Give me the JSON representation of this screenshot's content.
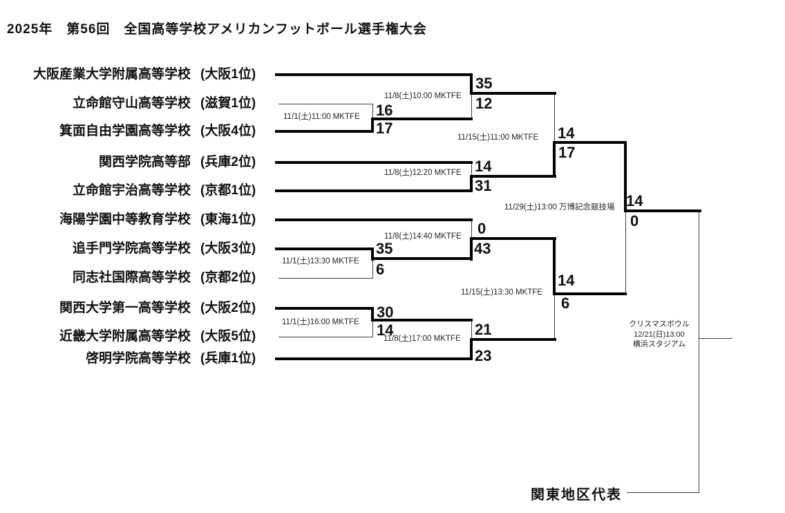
{
  "title": "2025年　第56回　全国高等学校アメリカンフットボール選手権大会",
  "teams": [
    {
      "name": "大阪産業大学附属高等学校",
      "seed": "(大阪1位)"
    },
    {
      "name": "立命館守山高等学校",
      "seed": "(滋賀1位)"
    },
    {
      "name": "箕面自由学園高等学校",
      "seed": "(大阪4位)"
    },
    {
      "name": "関西学院高等部",
      "seed": "(兵庫2位)"
    },
    {
      "name": "立命館宇治高等学校",
      "seed": "(京都1位)"
    },
    {
      "name": "海陽学園中等教育学校",
      "seed": "(東海1位)"
    },
    {
      "name": "追手門学院高等学校",
      "seed": "(大阪3位)"
    },
    {
      "name": "同志社国際高等学校",
      "seed": "(京都2位)"
    },
    {
      "name": "関西大学第一高等学校",
      "seed": "(大阪2位)"
    },
    {
      "name": "近畿大学附属高等学校",
      "seed": "(大阪5位)"
    },
    {
      "name": "啓明学院高等学校",
      "seed": "(兵庫1位)"
    }
  ],
  "matches": {
    "r1a": {
      "label": "11/1(土)11:00 MKTFE",
      "score_top": "16",
      "score_bottom": "17"
    },
    "r1b": {
      "label": "11/1(土)13:30 MKTFE",
      "score_top": "35",
      "score_bottom": "6"
    },
    "r1c": {
      "label": "11/1(土)16:00 MKTFE",
      "score_top": "30",
      "score_bottom": "14"
    },
    "r2a": {
      "label": "11/8(土)10:00 MKTFE",
      "score_top": "35",
      "score_bottom": "12"
    },
    "r2b": {
      "label": "11/8(土)12:20 MKTFE",
      "score_top": "14",
      "score_bottom": "31"
    },
    "r2c": {
      "label": "11/8(土)14:40 MKTFE",
      "score_top": "0",
      "score_bottom": "43"
    },
    "r2d": {
      "label": "11/8(土)17:00 MKTFE",
      "score_top": "21",
      "score_bottom": "23"
    },
    "sf1": {
      "label": "11/15(土)11:00 MKTFE",
      "score_top": "14",
      "score_bottom": "17"
    },
    "sf2": {
      "label": "11/15(土)13:30 MKTFE",
      "score_top": "14",
      "score_bottom": "6"
    },
    "final": {
      "label": "11/29(土)13:00 万博記念競技場",
      "score_top": "14",
      "score_bottom": "0"
    }
  },
  "bowl": {
    "line1": "クリスマスボウル",
    "line2": "12/21(日)13:00",
    "line3": "横浜スタジアム"
  },
  "kanto_rep": "関東地区代表",
  "colors": {
    "line_thick": "#000000",
    "line_thin": "#3a3a3a",
    "text": "#111111",
    "background": "#ffffff"
  }
}
